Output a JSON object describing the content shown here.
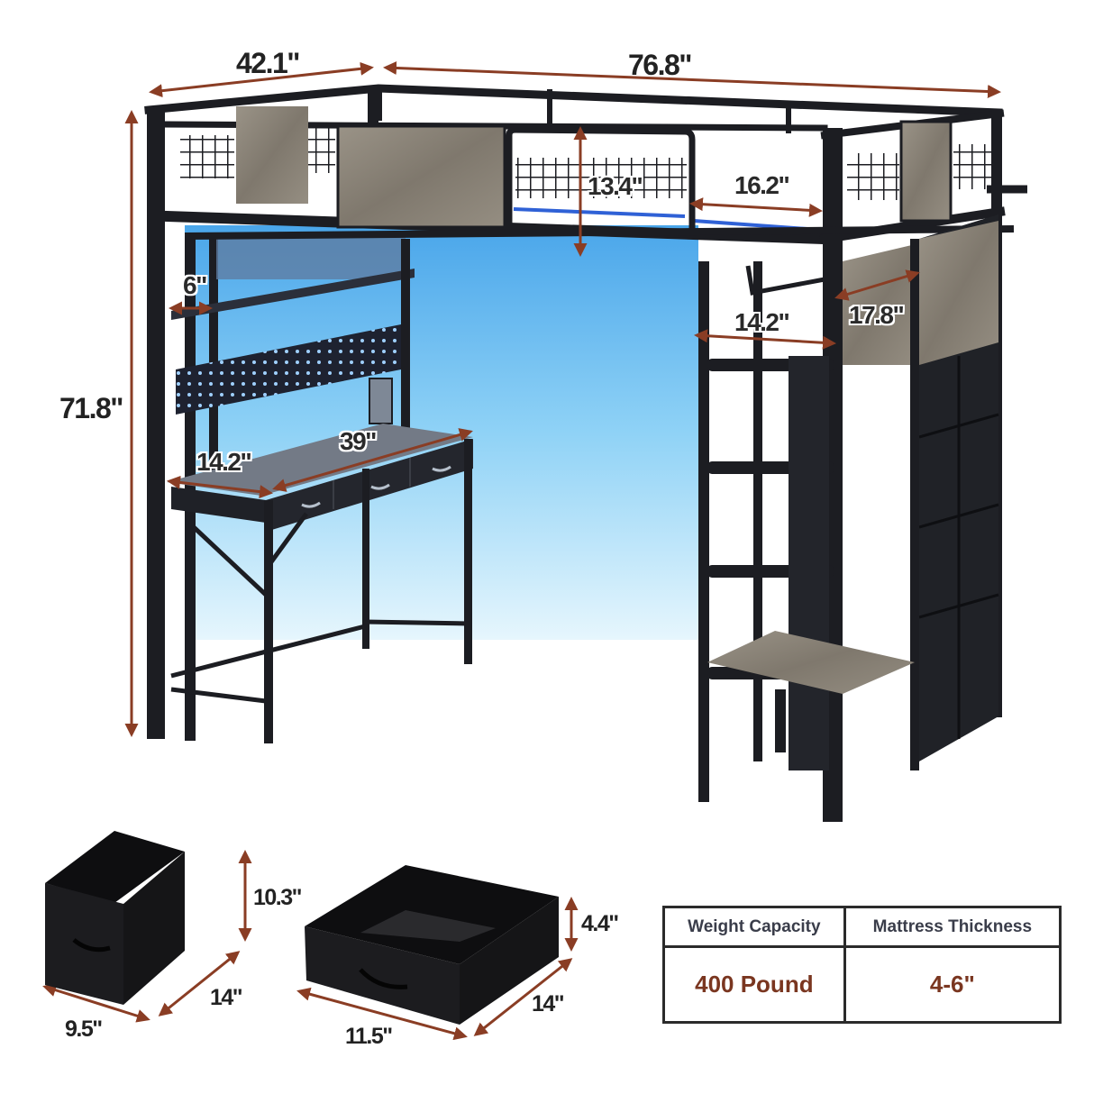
{
  "colors": {
    "arrow": "#8a3d24",
    "frame": "#1c1d22",
    "wood": "#8c8579",
    "led_glow": "#6fc3f2",
    "text_dark": "#222222",
    "table_header_text": "#3a3d4a",
    "table_value_text": "#7a3620"
  },
  "dimensions": {
    "bed_width": "42.1\"",
    "bed_length": "76.8\"",
    "total_height": "71.8\"",
    "guardrail_height": "13.4\"",
    "ladder_entry_width": "16.2\"",
    "shelf_depth": "6\"",
    "desk_depth": "14.2\"",
    "desk_width": "39\"",
    "ladder_width": "14.2\"",
    "cabinet_depth": "17.8\""
  },
  "bins": [
    {
      "name": "tall-fabric-bin",
      "height": "10.3\"",
      "width": "9.5\"",
      "depth": "14\""
    },
    {
      "name": "short-fabric-bin",
      "height": "4.4\"",
      "width": "11.5\"",
      "depth": "14\""
    }
  ],
  "spec_table": {
    "headers": [
      "Weight Capacity",
      "Mattress Thickness"
    ],
    "values": [
      "400 Pound",
      "4-6\""
    ]
  }
}
